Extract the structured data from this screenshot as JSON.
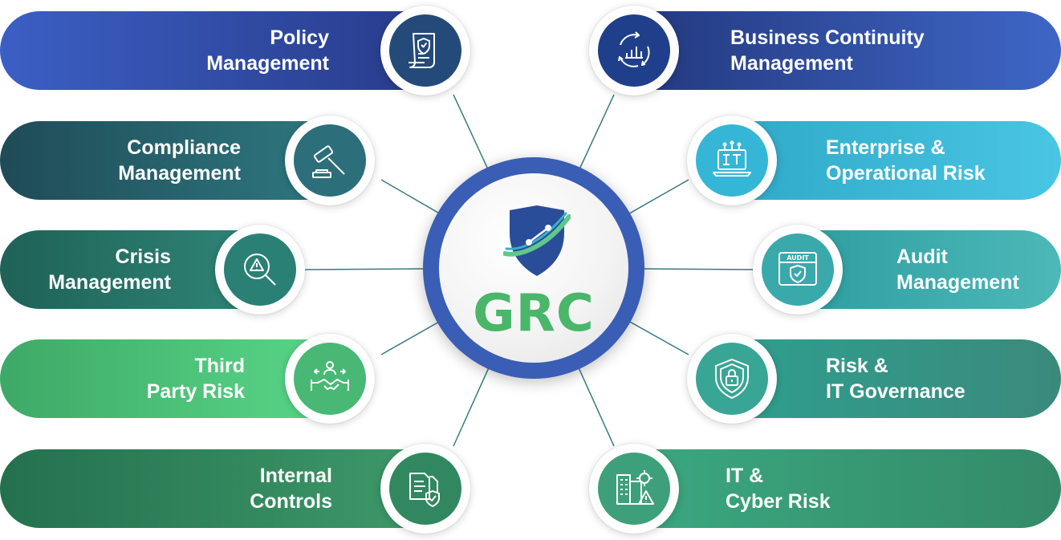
{
  "center": {
    "title": "GRC"
  },
  "colors": {
    "hub_ring": "#3a5eb5",
    "hub_text": "#4ab66a",
    "connector": "#3a7a7d"
  },
  "nodes": [
    {
      "id": "policy",
      "side": "left",
      "lines": [
        "Policy",
        "Management"
      ],
      "icon": "document-shield-icon",
      "color_from": "#3b5fc4",
      "color_to": "#283b8a",
      "icon_bg": "#244a7a"
    },
    {
      "id": "compliance",
      "side": "left",
      "lines": [
        "Compliance",
        "Management"
      ],
      "icon": "gavel-icon",
      "color_from": "#1f4b57",
      "color_to": "#2f7a82",
      "icon_bg": "#2c6f7a"
    },
    {
      "id": "crisis",
      "side": "left",
      "lines": [
        "Crisis",
        "Management"
      ],
      "icon": "magnifier-warning-icon",
      "color_from": "#1f6156",
      "color_to": "#2f8678",
      "icon_bg": "#2b8076"
    },
    {
      "id": "third-party",
      "side": "left",
      "lines": [
        "Third",
        "Party Risk"
      ],
      "icon": "handshake-icon",
      "color_from": "#3ea967",
      "color_to": "#5ad889",
      "icon_bg": "#48b874"
    },
    {
      "id": "internal-controls",
      "side": "left",
      "lines": [
        "Internal",
        "Controls"
      ],
      "icon": "documents-shield-icon",
      "color_from": "#24704e",
      "color_to": "#3e9a6a",
      "icon_bg": "#318860"
    },
    {
      "id": "business-continuity",
      "side": "right",
      "lines": [
        "Business Continuity",
        "Management"
      ],
      "icon": "cycle-chart-icon",
      "color_from": "#24397f",
      "color_to": "#3e66c6",
      "icon_bg": "#1f3f8a"
    },
    {
      "id": "enterprise-risk",
      "side": "right",
      "lines": [
        "Enterprise &",
        "Operational Risk"
      ],
      "icon": "it-laptop-icon",
      "color_from": "#2ea9c8",
      "color_to": "#49c6e3",
      "icon_bg": "#35b6d6"
    },
    {
      "id": "audit",
      "side": "right",
      "lines": [
        "Audit",
        "Management"
      ],
      "icon": "audit-shield-icon",
      "color_from": "#2e9ea0",
      "color_to": "#4db8b8",
      "icon_bg": "#3aa9ab"
    },
    {
      "id": "risk-it-governance",
      "side": "right",
      "lines": [
        "Risk &",
        "IT Governance"
      ],
      "icon": "shield-lock-icon",
      "color_from": "#2f9f8f",
      "color_to": "#3a8a7c",
      "icon_bg": "#39a595"
    },
    {
      "id": "it-cyber",
      "side": "right",
      "lines": [
        "IT &",
        "Cyber Risk"
      ],
      "icon": "building-warning-icon",
      "color_from": "#3aa880",
      "color_to": "#348a68",
      "icon_bg": "#3ea07a"
    }
  ]
}
